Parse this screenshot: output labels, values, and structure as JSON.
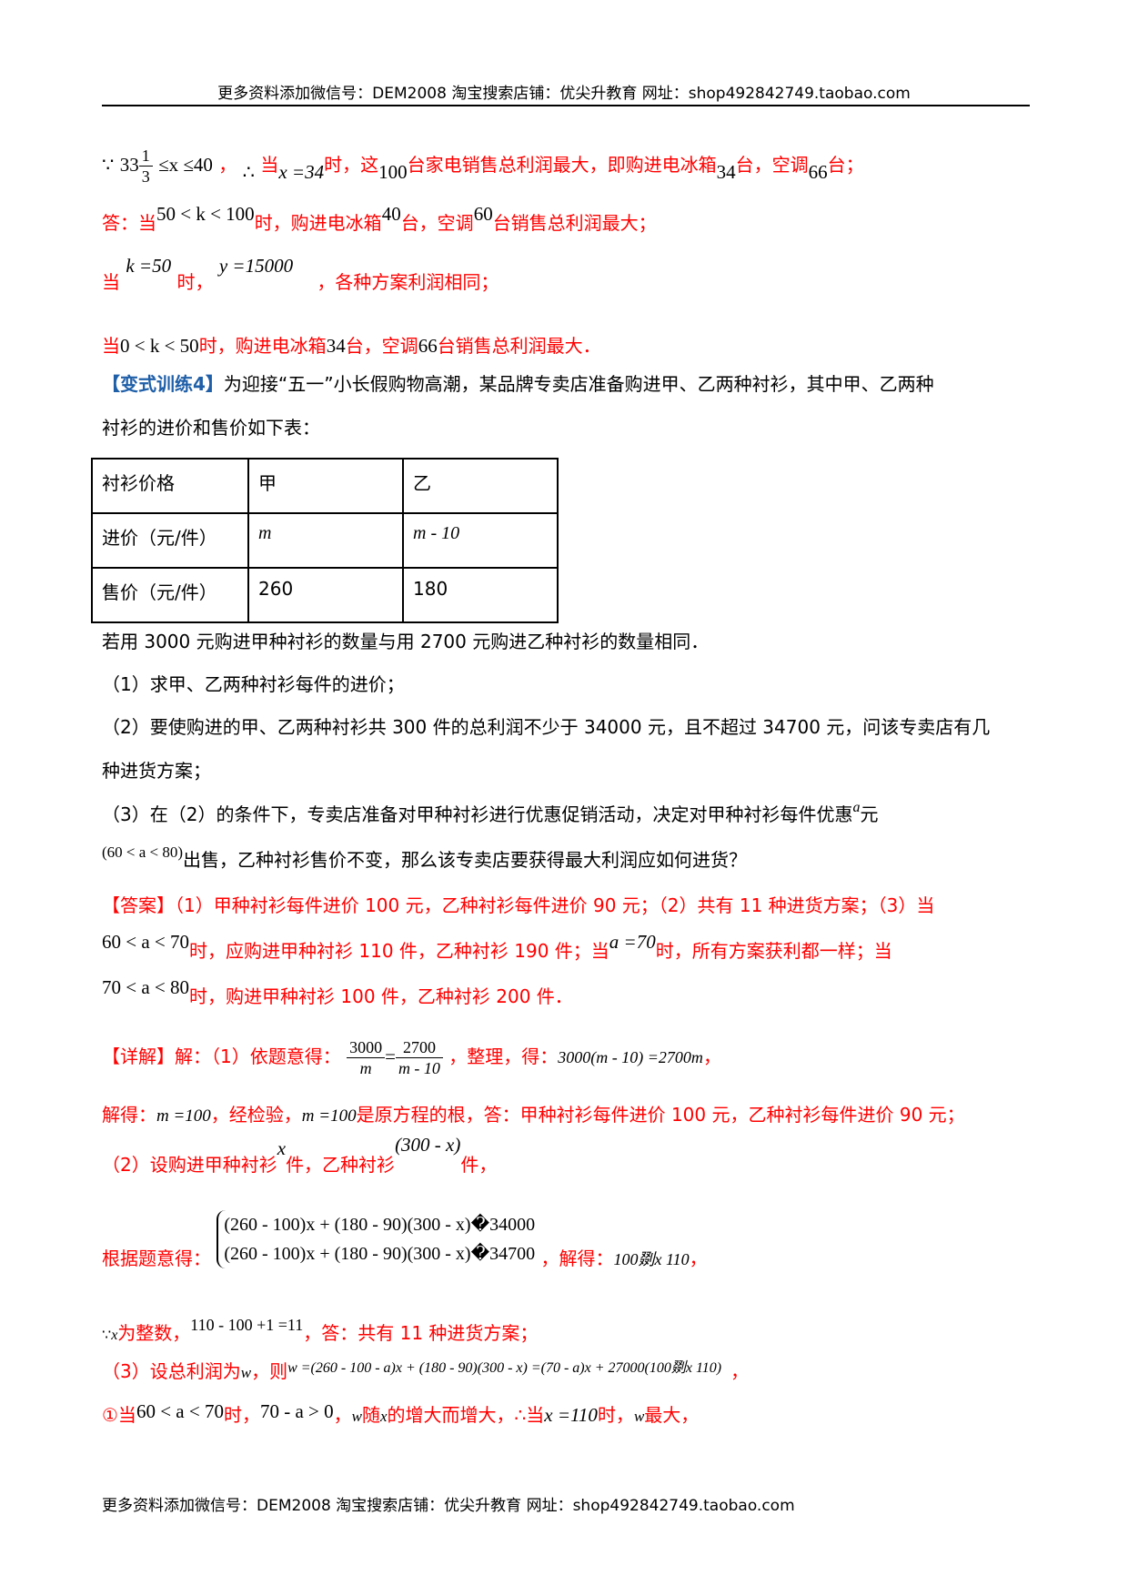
{
  "header": {
    "banner": "更多资料添加微信号：DEM2008  淘宝搜索店铺：优尖升教育  网址：shop492842749.taobao.com"
  },
  "footer": {
    "banner": "更多资料添加微信号：DEM2008  淘宝搜索店铺：优尖升教育  网址：shop492842749.taobao.com"
  },
  "prev_solution": {
    "line1": {
      "because": "∵",
      "int": "33",
      "frac_num": "1",
      "frac_den": "3",
      "ineq": "≤x ≤40",
      "comma": "，",
      "therefore": "∴",
      "t1": "当",
      "m1": "x =34",
      "t2": "时，这",
      "m2": "100",
      "t3": "台家电销售总利润最大，即购进电冰箱",
      "m3": "34",
      "t4": "台，空调",
      "m4": "66",
      "t5": "台；"
    },
    "line2": {
      "t1": "答：当",
      "m1": "50 < k < 100",
      "t2": "时，购进电冰箱",
      "m2": "40",
      "t3": "台，空调",
      "m3": "60",
      "t4": "台销售总利润最大；"
    },
    "line3": {
      "t1": "当",
      "m1": "k =50",
      "t2": "时，",
      "m2": "y =15000",
      "t3": "，各种方案利润相同；"
    },
    "line4": {
      "t1": "当",
      "m1": "0 < k < 50",
      "t2": "时，购进电冰箱",
      "m2": "34",
      "t3": "台，空调",
      "m3": "66",
      "t4": "台销售总利润最大．"
    }
  },
  "problem": {
    "tag": "【变式训练4】",
    "intro_1": "为迎接“五一”小长假购物高潮，某品牌专卖店准备购进甲、乙两种衬衫，其中甲、乙两种",
    "intro_2": "衬衫的进价和售价如下表：",
    "table": {
      "headers": [
        "衬衫价格",
        "甲",
        "乙"
      ],
      "rows": [
        [
          "进价（元/件）",
          "m",
          "m - 10"
        ],
        [
          "售价（元/件）",
          "260",
          "180"
        ]
      ]
    },
    "condition": "若用 3000 元购进甲种衬衫的数量与用 2700 元购进乙种衬衫的数量相同．",
    "q1": "（1）求甲、乙两种衬衫每件的进价；",
    "q2_a": "（2）要使购进的甲、乙两种衬衫共 300 件的总利润不少于 34000 元，且不超过 34700 元，问该专卖店有几",
    "q2_b": "种进货方案；",
    "q3_a": "（3）在（2）的条件下，专卖店准备对甲种衬衫进行优惠促销活动，决定对甲种衬衫每件优惠",
    "q3_a_var": "a",
    "q3_a_end": "元",
    "q3_b_math": "(60 < a < 80)",
    "q3_b": "出售，乙种衬衫售价不变，那么该专卖店要获得最大利润应如何进货？"
  },
  "answer": {
    "tag": "【答案】",
    "line1": "（1）甲种衬衫每件进价 100 元，乙种衬衫每件进价 90 元；（2）共有 11 种进货方案；（3）当",
    "line2_m1": "60 < a < 70",
    "line2_t1": "时，应购进甲种衬衫 110 件，乙种衬衫 190 件；当",
    "line2_m2": "a =70",
    "line2_t2": "时，所有方案获利都一样；当",
    "line3_m1": "70 < a < 80",
    "line3_t1": "时，购进甲种衬衫 100 件，乙种衬衫 200 件．"
  },
  "solution": {
    "tag": "【详解】",
    "s1_t1": "解：（1）依题意得：",
    "s1_frac1_num": "3000",
    "s1_frac1_den": "m",
    "s1_eq": "=",
    "s1_frac2_num": "2700",
    "s1_frac2_den": "m - 10",
    "s1_t2": "，整理，得：",
    "s1_m": "3000(m - 10) =2700m",
    "s1_t3": "，",
    "s2_t1": "解得：",
    "s2_m1": "m =100",
    "s2_t2": "，经检验，",
    "s2_m2": "m =100",
    "s2_t3": "是原方程的根，答：甲种衬衫每件进价 100 元，乙种衬衫每件进价 90 元；",
    "s3_t1": "（2）设购进甲种衬衫",
    "s3_m1": "x",
    "s3_t2": "件，乙种衬衫",
    "s3_m2": "(300 - x)",
    "s3_t3": "件，",
    "s4_t1": "根据题意得：",
    "s4_row1": "(260 - 100)x + (180 - 90)(300 - x)�34000",
    "s4_row2": "(260 - 100)x + (180 - 90)(300 - x)�34700",
    "s4_t2": "，解得：",
    "s4_m": "100剟x  110",
    "s4_t3": "，",
    "s5_because": "∵",
    "s5_m1": "x",
    "s5_t1": "为整数，",
    "s5_m2": "110 - 100 +1 =11",
    "s5_t2": "，答：共有 11 种进货方案；",
    "s6_t1": "（3）设总利润为",
    "s6_m1": "w",
    "s6_t2": "，则",
    "s6_m2": "w =(260 - 100 - a)x + (180 - 90)(300 - x) =(70 - a)x + 27000(100剟x  110)",
    "s6_t3": "，",
    "s7_t1": "①当",
    "s7_m1": "60 < a < 70",
    "s7_t2": "时，",
    "s7_m2": "70 - a > 0",
    "s7_t3": "，",
    "s7_m3": "w",
    "s7_t4": "随",
    "s7_m4": "x",
    "s7_t5": "的增大而增大，∴当",
    "s7_m5": "x =110",
    "s7_t6": "时，",
    "s7_m6": "w",
    "s7_t7": "最大，"
  },
  "colors": {
    "answer_red": "#ff0000",
    "tag_blue": "#1f5fa8",
    "text": "#000000"
  }
}
